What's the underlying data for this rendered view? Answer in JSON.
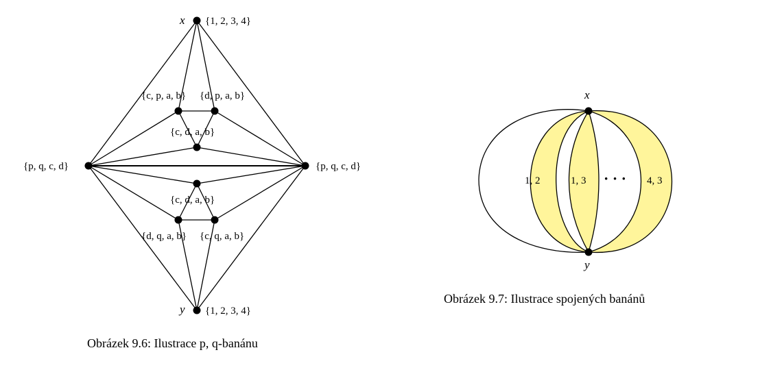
{
  "figure_left": {
    "caption": "Obrázek 9.6: Ilustrace p, q-banánu",
    "labels": {
      "x": "x",
      "y": "y",
      "x_set": "{1, 2, 3, 4}",
      "y_set": "{1, 2, 3, 4}",
      "left_set": "{p, q, c, d}",
      "right_set": "{p, q, c, d}",
      "upper_left_set": "{c, p, a, b}",
      "upper_right_set": "{d, p, a, b}",
      "upper_mid_set": "{c, d, a, b}",
      "lower_mid_set": "{c, d, a, b}",
      "lower_left_set": "{d, q, a, b}",
      "lower_right_set": "{c, q, a, b}"
    }
  },
  "figure_right": {
    "caption": "Obrázek 9.7: Ilustrace spojených banánů",
    "labels": {
      "x": "x",
      "y": "y",
      "region1": "1, 2",
      "region2": "1, 3",
      "dots": "· · ·",
      "region3": "4, 3"
    },
    "colors": {
      "fill": "#fff59b",
      "stroke": "#000000"
    }
  }
}
